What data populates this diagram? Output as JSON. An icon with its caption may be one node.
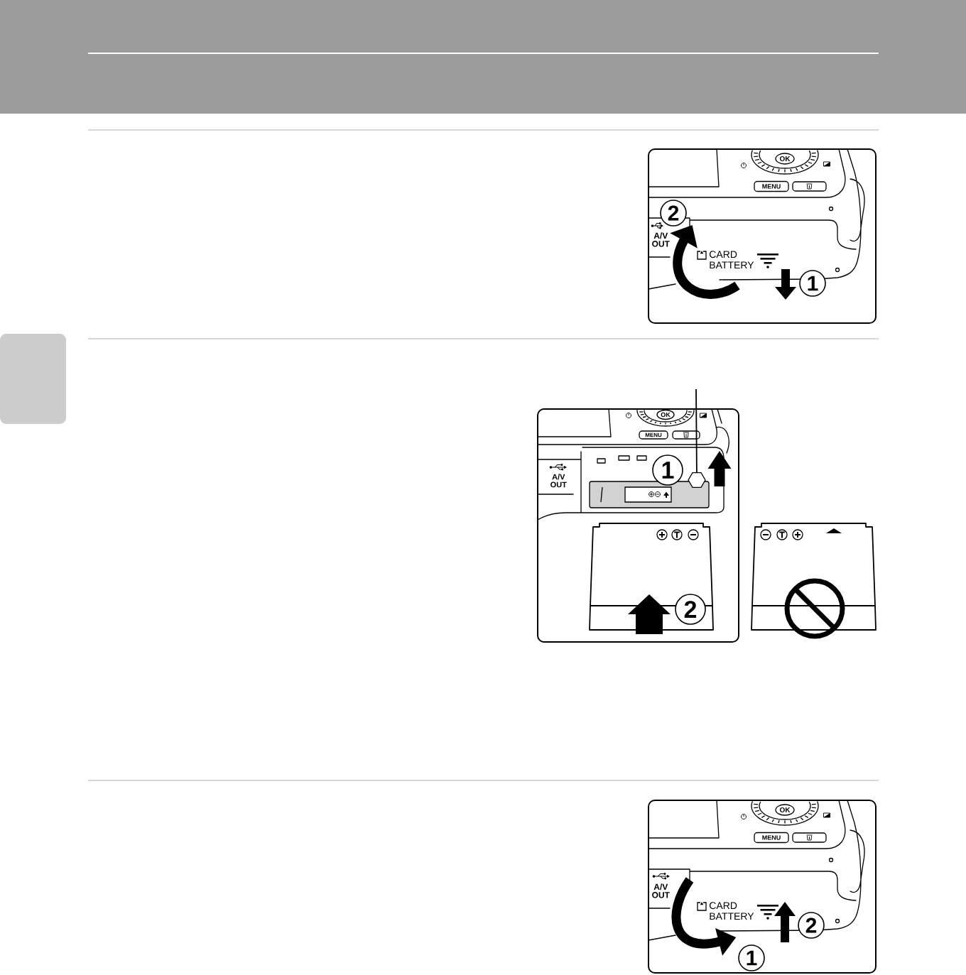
{
  "diagram": {
    "nodes": [
      {
        "text": [],
        "shape": "box"
      },
      {
        "text": [],
        "shape": "picture"
      }
    ],
    "edges": [
      {
        "from": null,
        "to": 1,
        "arrow": "none"
      }
    ],
    "labels": [
      "OK",
      "MENU",
      "2",
      "A/V OUT",
      "CARD BATTERY",
      "1",
      "OK",
      "MENU",
      "1",
      "A/V OUT",
      "2",
      "OK",
      "MENU",
      "A/V OUT",
      "CARD BATTERY",
      "2",
      "1"
    ]
  }
}
